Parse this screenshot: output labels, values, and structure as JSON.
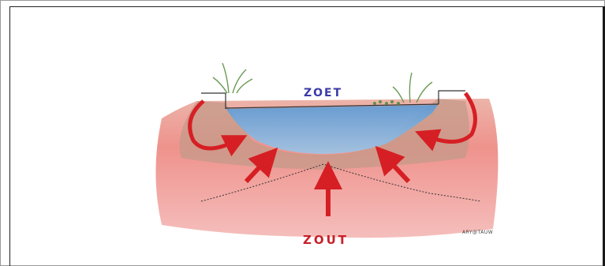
{
  "labels": {
    "top": "ZOET",
    "bottom": "ZOUT",
    "credit": "ARY@TAUW"
  },
  "colors": {
    "fresh_water": "#7fb2dd",
    "salt_layer": "#e96a6a",
    "soil": "#c9a08a",
    "arrow": "#d61f24",
    "label_top": "#3a3aa8",
    "label_bottom": "#c8202a"
  }
}
